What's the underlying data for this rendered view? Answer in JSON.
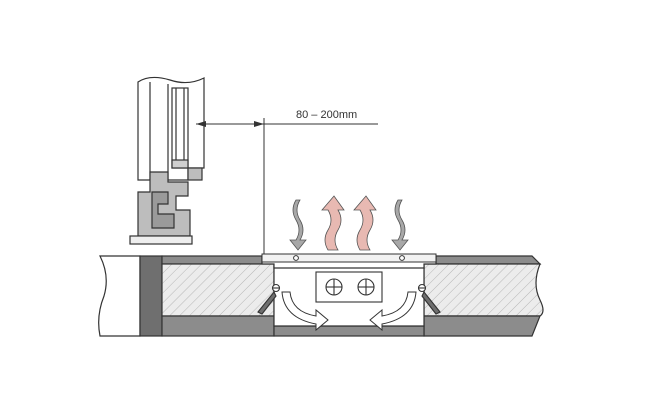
{
  "dimension": {
    "label": "80 – 200mm"
  },
  "colors": {
    "outline": "#333333",
    "concrete": "#8c8c8c",
    "concrete_dark": "#6f6f6f",
    "insulation": "#e6e6e6",
    "hatch": "#9a9a9a",
    "frame": "#bdbdbd",
    "floor_white": "#ffffff",
    "warm_arrow": "#e8b9b2",
    "cool_arrow": "#a8a8a8",
    "flow_arrow": "#ffffff"
  },
  "icons": [
    "warm-air-arrow",
    "cool-air-arrow",
    "circulation-arrow",
    "screw-icon",
    "fan-icon"
  ]
}
